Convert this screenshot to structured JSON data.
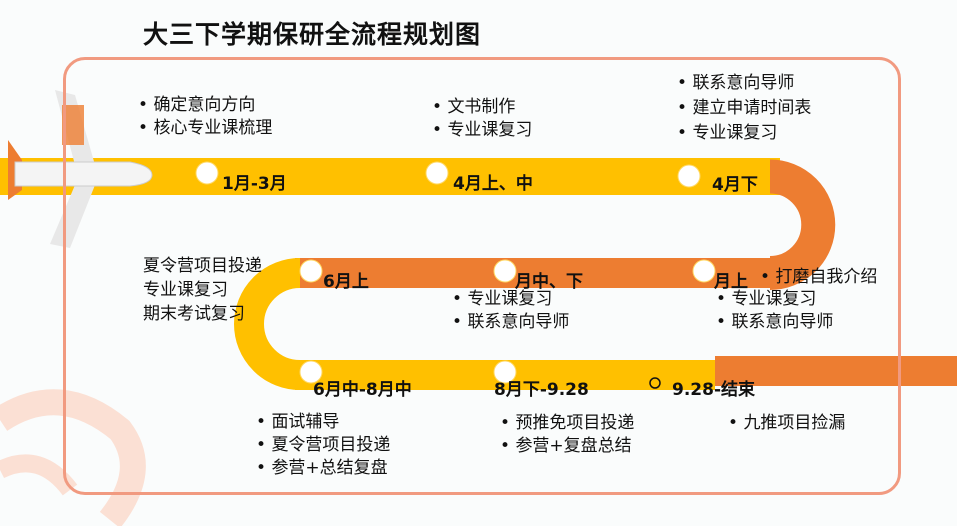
{
  "title": "大三下学期保研全流程规划图",
  "colors": {
    "yellow": "#ffc000",
    "orange": "#ed7d31",
    "frame": "#f19a80"
  },
  "stages": [
    {
      "label": "1月-3月",
      "items": [
        "确定意向方向",
        "核心专业课梳理"
      ]
    },
    {
      "label": "4月上、中",
      "items": [
        "文书制作",
        "专业课复习"
      ]
    },
    {
      "label": "4月下",
      "items": [
        "联系意向导师",
        "建立申请时间表",
        "专业课复习"
      ]
    },
    {
      "label": "6月上",
      "items": [
        "夏令营项目投递",
        "专业课复习",
        "期末考试复习"
      ]
    },
    {
      "label": "月中、下",
      "items": [
        "专业课复习",
        "联系意向导师"
      ]
    },
    {
      "label": "月上",
      "items": [
        "打磨自我介绍",
        "专业课复习",
        "联系意向导师"
      ]
    },
    {
      "label": "6月中-8月中",
      "items": [
        "面试辅导",
        "夏令营项目投递",
        "参营+总结复盘"
      ]
    },
    {
      "label": "8月下-9.28",
      "items": [
        "预推免项目投递",
        "参营+复盘总结"
      ]
    },
    {
      "label": "9.28-结束",
      "items": [
        "九推项目捡漏"
      ]
    }
  ]
}
